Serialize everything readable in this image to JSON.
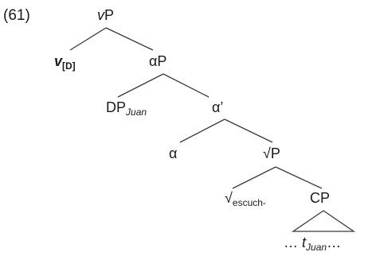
{
  "example_number": "(61)",
  "nodes": {
    "vP": {
      "head": "v",
      "rest": "P"
    },
    "v_head": {
      "head": "v",
      "feature": "[D]"
    },
    "alphaP": {
      "text": "αP"
    },
    "dp": {
      "head": "DP",
      "index": "Juan"
    },
    "alpha_bar": {
      "text": "α’"
    },
    "alpha": {
      "text": "α"
    },
    "rootP": {
      "text": "√P"
    },
    "root": {
      "radical": "√",
      "text": "escuch-"
    },
    "cp": {
      "text": "CP"
    },
    "trace": {
      "dots_left": "…",
      "t": "t",
      "index": "Juan",
      "dots_right": "…"
    }
  }
}
